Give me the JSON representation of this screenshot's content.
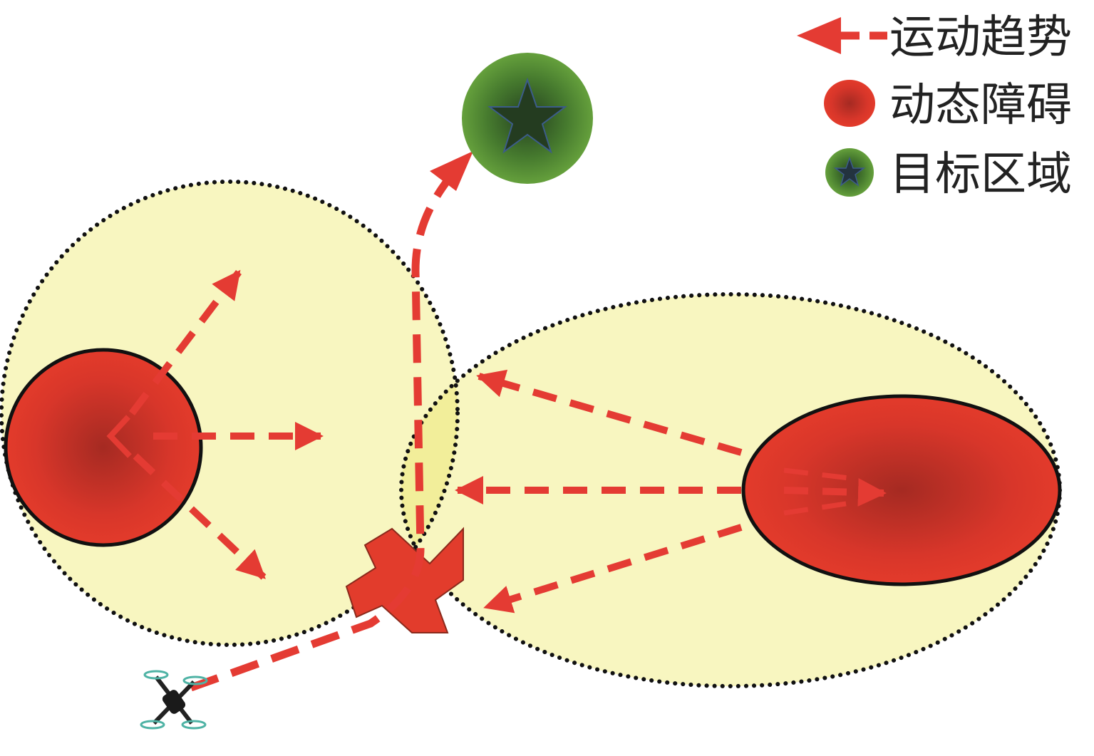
{
  "legend": {
    "items": [
      {
        "key": "trend",
        "label": "运动趋势",
        "icon": "dashed-arrow-icon"
      },
      {
        "key": "obstacle",
        "label": "动态障碍",
        "icon": "red-disc-icon"
      },
      {
        "key": "target",
        "label": "目标区域",
        "icon": "green-star-disc-icon"
      }
    ]
  },
  "colors": {
    "background": "#ffffff",
    "threat_zone_fill": "#f8f6c0",
    "overlap_fill": "#f2ee9a",
    "obstacle_light": "#e0392a",
    "obstacle_dark": "#a52a22",
    "arrow": "#e43b33",
    "target_light": "#5e9a3a",
    "target_dark": "#24401f",
    "outline": "#111111"
  }
}
